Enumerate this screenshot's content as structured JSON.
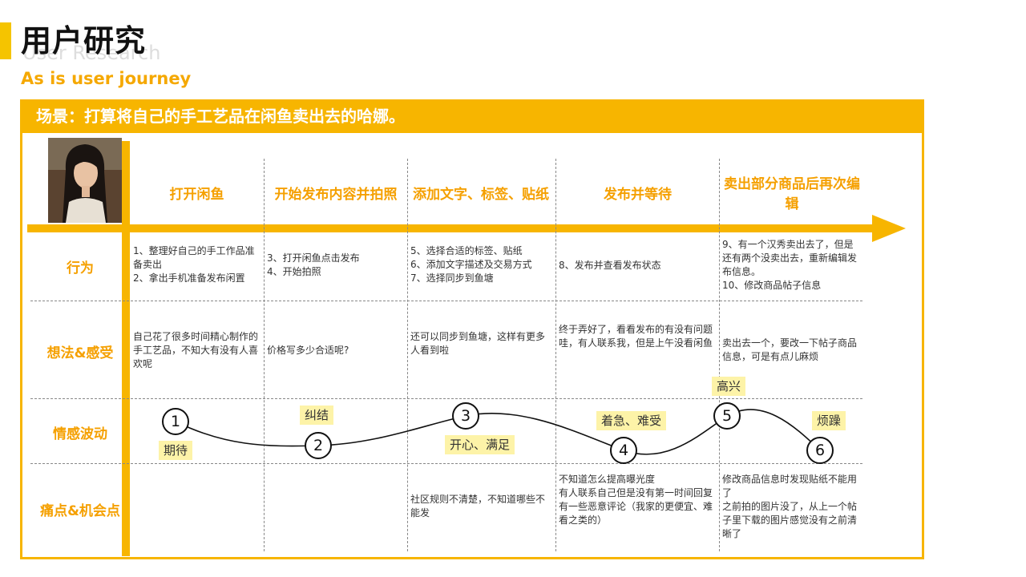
{
  "header": {
    "title": "用户研究",
    "subtitle_en": "User Research",
    "subtitle": "As is user journey"
  },
  "scene": "场景：打算将自己的手工艺品在闲鱼卖出去的哈娜。",
  "stages": [
    "打开闲鱼",
    "开始发布内容并拍照",
    "添加文字、标签、贴纸",
    "发布并等待",
    "卖出部分商品后再次编辑"
  ],
  "rows": {
    "behavior": {
      "label": "行为",
      "cells": [
        "1、整理好自己的手工作品准备卖出\n2、拿出手机准备发布闲置",
        "3、打开闲鱼点击发布\n4、开始拍照",
        "5、选择合适的标签、贴纸\n6、添加文字描述及交易方式\n7、选择同步到鱼塘",
        "8、发布并查看发布状态",
        "9、有一个汉秀卖出去了，但是还有两个没卖出去，重新编辑发布信息。\n10、修改商品帖子信息"
      ]
    },
    "thoughts": {
      "label": "想法&感受",
      "cells": [
        "自己花了很多时间精心制作的手工艺品，不知大有没有人喜欢呢",
        "价格写多少合适呢?",
        "还可以同步到鱼塘，这样有更多人看到啦",
        "终于弄好了，看看发布的有没有问题\n哇，有人联系我，但是上午没看闲鱼",
        "卖出去一个，要改一下帖子商品信息，可是有点儿麻烦"
      ]
    },
    "emotion": {
      "label": "情感波动",
      "nodes": [
        "1",
        "2",
        "3",
        "4",
        "5",
        "6"
      ],
      "tags": [
        "期待",
        "纠结",
        "开心、满足",
        "着急、难受",
        "高兴",
        "烦躁"
      ]
    },
    "pain": {
      "label": "痛点&机会点",
      "cells": [
        "",
        "",
        "社区规则不清楚，不知道哪些不能发",
        "不知道怎么提高曝光度\n有人联系自己但是没有第一时间回复\n有一些恶意评论（我家的更便宜、难看之类的）",
        "修改商品信息时发现贴纸不能用了\n之前拍的图片没了，从上一个帖子里下载的图片感觉没有之前清晰了"
      ]
    }
  },
  "colors": {
    "accent": "#f7b500",
    "label": "#f5a000",
    "tag_bg": "#fdf3a8"
  }
}
